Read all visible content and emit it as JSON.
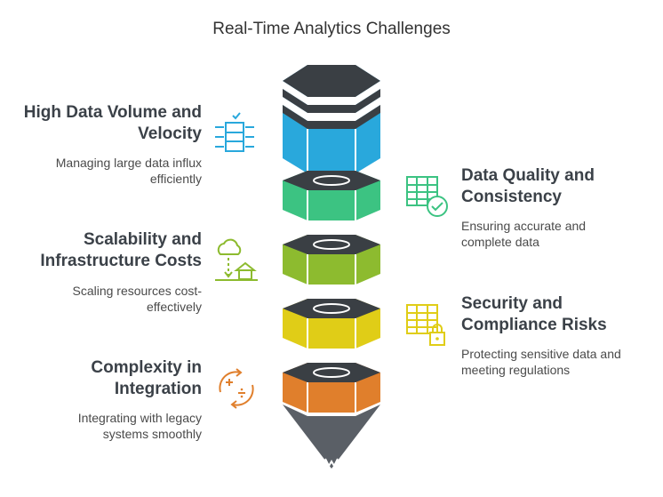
{
  "title": "Real-Time Analytics Challenges",
  "items": [
    {
      "heading": [
        "High Data Volume and",
        "Velocity"
      ],
      "description": [
        "Managing large data influx",
        "efficiently"
      ],
      "color": "#29a8dc",
      "icon": "database-check-icon"
    },
    {
      "heading": [
        "Data Quality and",
        "Consistency"
      ],
      "description": [
        "Ensuring accurate and",
        "complete data"
      ],
      "color": "#3cc382",
      "icon": "table-check-icon"
    },
    {
      "heading": [
        "Scalability and",
        "Infrastructure Costs"
      ],
      "description": [
        "Scaling resources cost-",
        "effectively"
      ],
      "color": "#8dbb2f",
      "icon": "cloud-upload-house-icon"
    },
    {
      "heading": [
        "Security and",
        "Compliance Risks"
      ],
      "description": [
        "Protecting sensitive data and",
        "meeting regulations"
      ],
      "color": "#e0cd17",
      "icon": "table-lock-icon"
    },
    {
      "heading": [
        "Complexity in",
        "Integration"
      ],
      "description": [
        "Integrating with legacy",
        "systems smoothly"
      ],
      "color": "#e07f2c",
      "icon": "math-cycle-icon"
    }
  ]
}
